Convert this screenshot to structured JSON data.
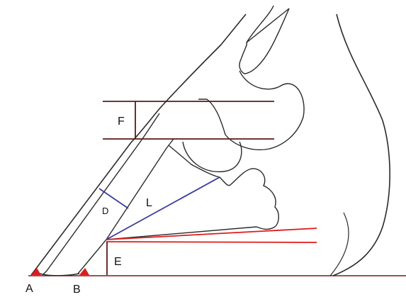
{
  "labels": {
    "A": "A",
    "B": "B",
    "D": "D",
    "E": "E",
    "F": "F",
    "L": "L"
  },
  "colors": {
    "outline": "#2a2a2a",
    "measure_dark": "#5a1a1a",
    "measure_red": "#e01b1b",
    "measure_blue": "#3a3aa0",
    "ground": "#7a1a1a"
  }
}
